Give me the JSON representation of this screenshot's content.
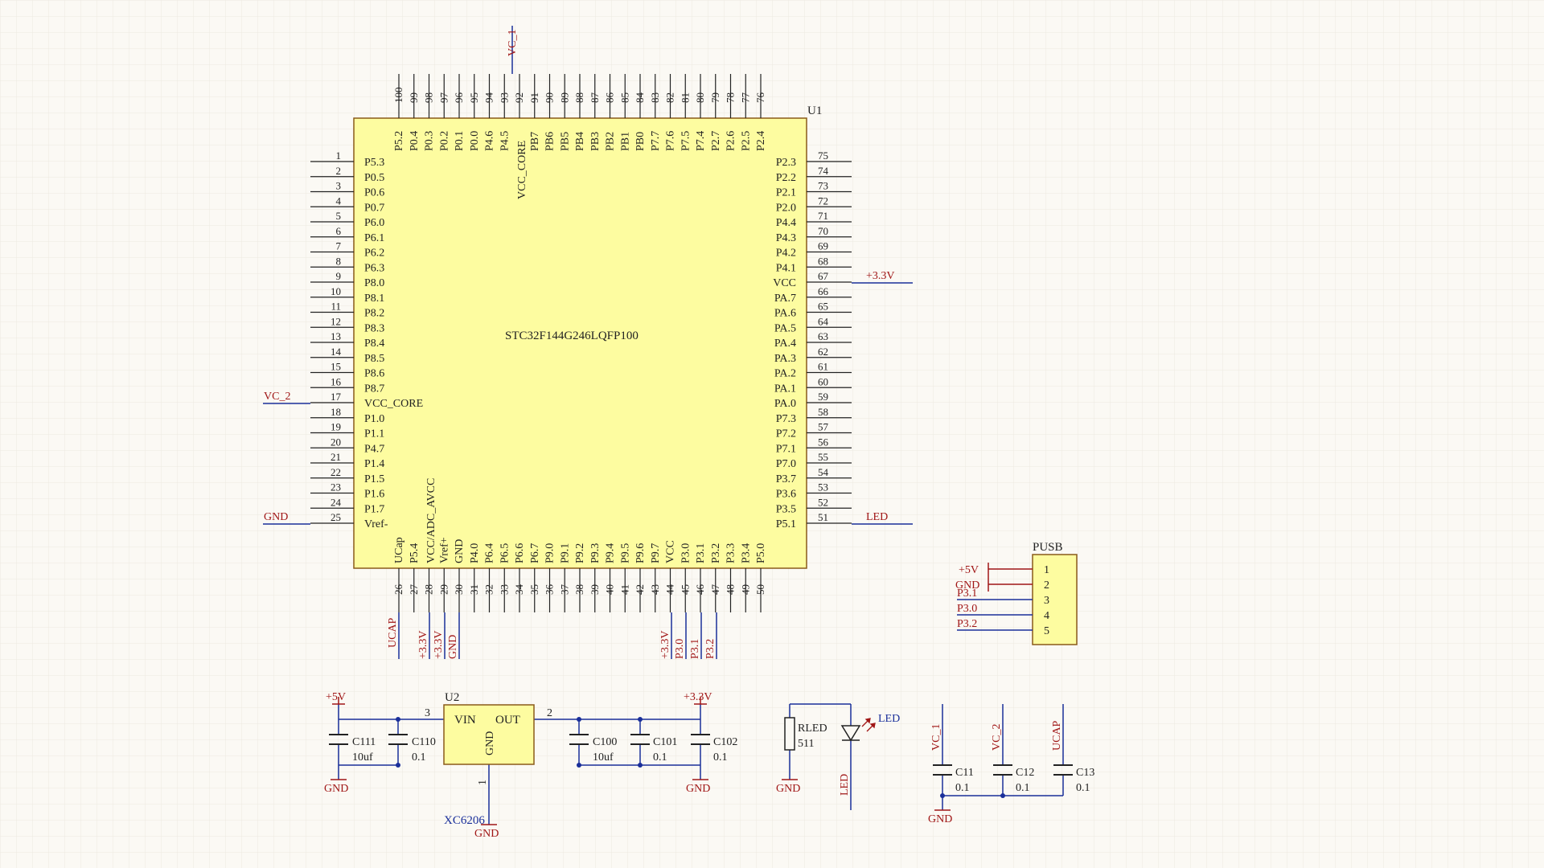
{
  "u1": {
    "designator": "U1",
    "part": "STC32F144G246LQFP100",
    "vcc_core_top": "VCC_CORE",
    "top_pins": [
      {
        "num": "100",
        "name": "P5.2"
      },
      {
        "num": "99",
        "name": "P0.4"
      },
      {
        "num": "98",
        "name": "P0.3"
      },
      {
        "num": "97",
        "name": "P0.2"
      },
      {
        "num": "96",
        "name": "P0.1"
      },
      {
        "num": "95",
        "name": "P0.0"
      },
      {
        "num": "94",
        "name": "P4.6"
      },
      {
        "num": "93",
        "name": "P4.5"
      },
      {
        "num": "92",
        "name": ""
      },
      {
        "num": "91",
        "name": "PB7"
      },
      {
        "num": "90",
        "name": "PB6"
      },
      {
        "num": "89",
        "name": "PB5"
      },
      {
        "num": "88",
        "name": "PB4"
      },
      {
        "num": "87",
        "name": "PB3"
      },
      {
        "num": "86",
        "name": "PB2"
      },
      {
        "num": "85",
        "name": "PB1"
      },
      {
        "num": "84",
        "name": "PB0"
      },
      {
        "num": "83",
        "name": "P7.7"
      },
      {
        "num": "82",
        "name": "P7.6"
      },
      {
        "num": "81",
        "name": "P7.5"
      },
      {
        "num": "80",
        "name": "P7.4"
      },
      {
        "num": "79",
        "name": "P2.7"
      },
      {
        "num": "78",
        "name": "P2.6"
      },
      {
        "num": "77",
        "name": "P2.5"
      },
      {
        "num": "76",
        "name": "P2.4"
      }
    ],
    "left_pins": [
      {
        "num": "1",
        "name": "P5.3"
      },
      {
        "num": "2",
        "name": "P0.5"
      },
      {
        "num": "3",
        "name": "P0.6"
      },
      {
        "num": "4",
        "name": "P0.7"
      },
      {
        "num": "5",
        "name": "P6.0"
      },
      {
        "num": "6",
        "name": "P6.1"
      },
      {
        "num": "7",
        "name": "P6.2"
      },
      {
        "num": "8",
        "name": "P6.3"
      },
      {
        "num": "9",
        "name": "P8.0"
      },
      {
        "num": "10",
        "name": "P8.1"
      },
      {
        "num": "11",
        "name": "P8.2"
      },
      {
        "num": "12",
        "name": "P8.3"
      },
      {
        "num": "13",
        "name": "P8.4"
      },
      {
        "num": "14",
        "name": "P8.5"
      },
      {
        "num": "15",
        "name": "P8.6"
      },
      {
        "num": "16",
        "name": "P8.7"
      },
      {
        "num": "17",
        "name": "VCC_CORE"
      },
      {
        "num": "18",
        "name": "P1.0"
      },
      {
        "num": "19",
        "name": "P1.1"
      },
      {
        "num": "20",
        "name": "P4.7"
      },
      {
        "num": "21",
        "name": "P1.4"
      },
      {
        "num": "22",
        "name": "P1.5"
      },
      {
        "num": "23",
        "name": "P1.6"
      },
      {
        "num": "24",
        "name": "P1.7"
      },
      {
        "num": "25",
        "name": "Vref-"
      }
    ],
    "right_pins": [
      {
        "num": "75",
        "name": "P2.3"
      },
      {
        "num": "74",
        "name": "P2.2"
      },
      {
        "num": "73",
        "name": "P2.1"
      },
      {
        "num": "72",
        "name": "P2.0"
      },
      {
        "num": "71",
        "name": "P4.4"
      },
      {
        "num": "70",
        "name": "P4.3"
      },
      {
        "num": "69",
        "name": "P4.2"
      },
      {
        "num": "68",
        "name": "P4.1"
      },
      {
        "num": "67",
        "name": "VCC"
      },
      {
        "num": "66",
        "name": "PA.7"
      },
      {
        "num": "65",
        "name": "PA.6"
      },
      {
        "num": "64",
        "name": "PA.5"
      },
      {
        "num": "63",
        "name": "PA.4"
      },
      {
        "num": "62",
        "name": "PA.3"
      },
      {
        "num": "61",
        "name": "PA.2"
      },
      {
        "num": "60",
        "name": "PA.1"
      },
      {
        "num": "59",
        "name": "PA.0"
      },
      {
        "num": "58",
        "name": "P7.3"
      },
      {
        "num": "57",
        "name": "P7.2"
      },
      {
        "num": "56",
        "name": "P7.1"
      },
      {
        "num": "55",
        "name": "P7.0"
      },
      {
        "num": "54",
        "name": "P3.7"
      },
      {
        "num": "53",
        "name": "P3.6"
      },
      {
        "num": "52",
        "name": "P3.5"
      },
      {
        "num": "51",
        "name": "P5.1"
      }
    ],
    "bottom_pins": [
      {
        "num": "26",
        "name": "UCap"
      },
      {
        "num": "27",
        "name": "P5.4"
      },
      {
        "num": "28",
        "name": ""
      },
      {
        "num": "29",
        "name": "Vref+"
      },
      {
        "num": "30",
        "name": "GND"
      },
      {
        "num": "31",
        "name": "P4.0"
      },
      {
        "num": "32",
        "name": "P6.4"
      },
      {
        "num": "33",
        "name": "P6.5"
      },
      {
        "num": "34",
        "name": "P6.6"
      },
      {
        "num": "35",
        "name": "P6.7"
      },
      {
        "num": "36",
        "name": "P9.0"
      },
      {
        "num": "37",
        "name": "P9.1"
      },
      {
        "num": "38",
        "name": "P9.2"
      },
      {
        "num": "39",
        "name": "P9.3"
      },
      {
        "num": "40",
        "name": "P9.4"
      },
      {
        "num": "41",
        "name": "P9.5"
      },
      {
        "num": "42",
        "name": "P9.6"
      },
      {
        "num": "43",
        "name": "P9.7"
      },
      {
        "num": "44",
        "name": "VCC"
      },
      {
        "num": "45",
        "name": "P3.0"
      },
      {
        "num": "46",
        "name": "P3.1"
      },
      {
        "num": "47",
        "name": "P3.2"
      },
      {
        "num": "48",
        "name": "P3.3"
      },
      {
        "num": "49",
        "name": "P3.4"
      },
      {
        "num": "50",
        "name": "P5.0"
      }
    ],
    "vcc_adc_label": "VCC/ADC_AVCC",
    "nets": {
      "top_vc1": "VC_1",
      "left_vc2": "VC_2",
      "left_gnd": "GND",
      "right_vcc": "+3.3V",
      "right_led": "LED",
      "b_ucap": "UCAP",
      "b_33a": "+3.3V",
      "b_33b": "+3.3V",
      "b_gnd": "GND",
      "b_33c": "+3.3V",
      "b_p30": "P3.0",
      "b_p31": "P3.1",
      "b_p32": "P3.2"
    }
  },
  "pusb": {
    "designator": "PUSB",
    "pins": [
      "1",
      "2",
      "3",
      "4",
      "5"
    ],
    "nets": [
      "+5V",
      "GND",
      "P3.1",
      "P3.0",
      "P3.2"
    ]
  },
  "regulator": {
    "designator": "U2",
    "part": "XC6206",
    "vin": "VIN",
    "out": "OUT",
    "gnd": "GND",
    "pin_in": "3",
    "pin_out": "2",
    "pin_gnd": "1",
    "in_net": "+5V",
    "out_net": "+3.3V",
    "gnd_net_left": "GND",
    "gnd_net_bottom": "GND",
    "gnd_net_right": "GND",
    "caps_in": [
      {
        "ref": "C111",
        "val": "10uf"
      },
      {
        "ref": "C110",
        "val": "0.1"
      }
    ],
    "caps_out": [
      {
        "ref": "C100",
        "val": "10uf"
      },
      {
        "ref": "C101",
        "val": "0.1"
      },
      {
        "ref": "C102",
        "val": "0.1"
      }
    ]
  },
  "led_circuit": {
    "resistor_ref": "RLED",
    "resistor_val": "511",
    "led_ref": "LED",
    "gnd_net": "GND",
    "led_net": "LED"
  },
  "core_caps": {
    "caps": [
      {
        "ref": "C11",
        "val": "0.1",
        "net": "VC_1"
      },
      {
        "ref": "C12",
        "val": "0.1",
        "net": "VC_2"
      },
      {
        "ref": "C13",
        "val": "0.1",
        "net": "UCAP"
      }
    ],
    "gnd_net": "GND"
  },
  "colors": {
    "background": "#fbf9f4",
    "grid": "#ece9e1",
    "body_fill": "#fdfca0",
    "body_stroke": "#8a5a1a",
    "wire": "#1a2f9a",
    "net_label": "#a01616",
    "pin": "#222222"
  }
}
